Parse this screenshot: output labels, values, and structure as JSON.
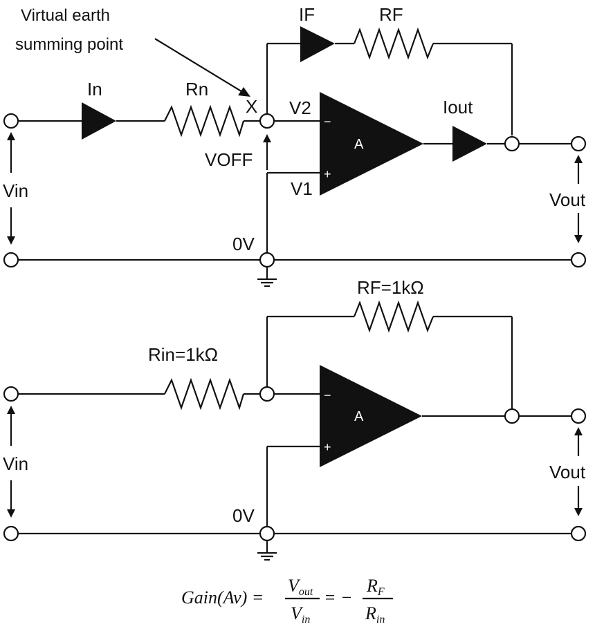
{
  "top": {
    "annotation_line1": "Virtual earth",
    "annotation_line2": "summing point",
    "node_x": "X",
    "in": "In",
    "rn": "Rn",
    "if": "IF",
    "rf": "RF",
    "v2": "V2",
    "v1": "V1",
    "voff": "VOFF",
    "iout": "Iout",
    "vin": "Vin",
    "vout": "Vout",
    "zero_v": "0V",
    "amp": "A",
    "minus": "−",
    "plus": "+"
  },
  "bottom": {
    "rf": "RF=1kΩ",
    "rin": "Rin=1kΩ",
    "vin": "Vin",
    "vout": "Vout",
    "zero_v": "0V",
    "amp": "A",
    "minus": "−",
    "plus": "+"
  },
  "formula": {
    "lhs": "Gain(Av) =",
    "num1": "V",
    "num1_sub": "out",
    "den1": "V",
    "den1_sub": "in",
    "equals_minus": "= −",
    "num2": "R",
    "num2_sub": "F",
    "den2": "R",
    "den2_sub": "in"
  }
}
